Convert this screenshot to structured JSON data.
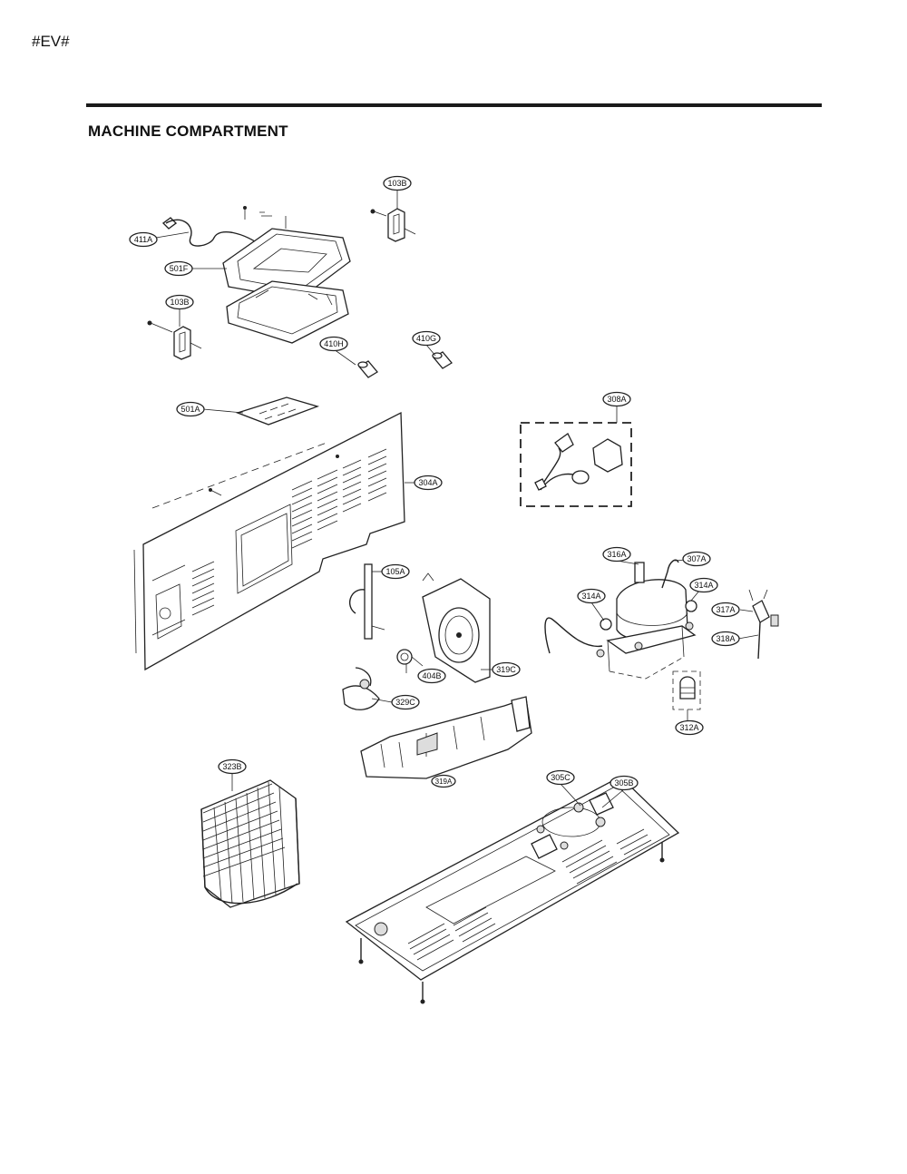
{
  "page": {
    "code": "#EV#",
    "title": "MACHINE COMPARTMENT"
  },
  "callouts": [
    {
      "id": "c103b-top",
      "text": "103B"
    },
    {
      "id": "c411a",
      "text": "411A"
    },
    {
      "id": "c501f",
      "text": "501F"
    },
    {
      "id": "c103b-left",
      "text": "103B"
    },
    {
      "id": "c410h",
      "text": "410H"
    },
    {
      "id": "c410g",
      "text": "410G"
    },
    {
      "id": "c501a",
      "text": "501A"
    },
    {
      "id": "c308a",
      "text": "308A"
    },
    {
      "id": "c304a",
      "text": "304A"
    },
    {
      "id": "c105a",
      "text": "105A"
    },
    {
      "id": "c316a",
      "text": "316A"
    },
    {
      "id": "c307a",
      "text": "307A"
    },
    {
      "id": "c314a-right",
      "text": "314A"
    },
    {
      "id": "c314a-left",
      "text": "314A"
    },
    {
      "id": "c317a",
      "text": "317A"
    },
    {
      "id": "c318a",
      "text": "318A"
    },
    {
      "id": "c404b",
      "text": "404B"
    },
    {
      "id": "c319c",
      "text": "319C"
    },
    {
      "id": "c329c",
      "text": "329C"
    },
    {
      "id": "c312a",
      "text": "312A"
    },
    {
      "id": "c319a",
      "text": "319A"
    },
    {
      "id": "c323b",
      "text": "323B"
    },
    {
      "id": "c305c",
      "text": "305C"
    },
    {
      "id": "c305b",
      "text": "305B"
    }
  ]
}
